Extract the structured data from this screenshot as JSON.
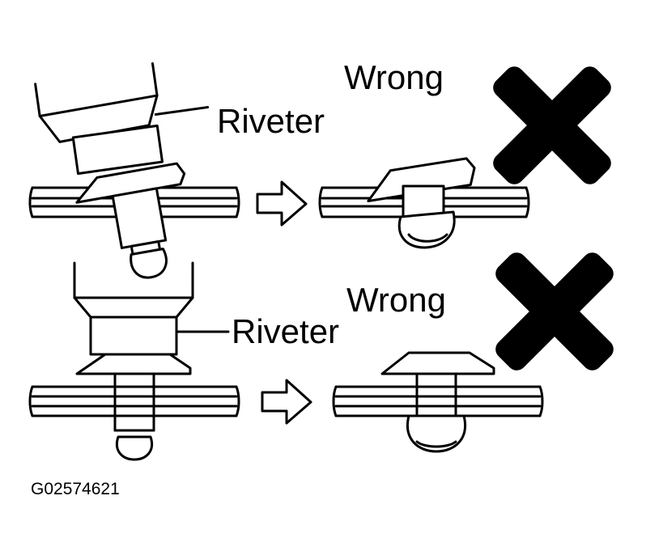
{
  "labels": {
    "riveter_top": "Riveter",
    "riveter_bottom": "Riveter",
    "wrong_top": "Wrong",
    "wrong_bottom": "Wrong",
    "figure_code": "G02574621"
  },
  "colors": {
    "ink": "#000000",
    "paper": "#ffffff"
  },
  "icons": [
    "arrow-right-icon",
    "cross-mark-icon"
  ]
}
